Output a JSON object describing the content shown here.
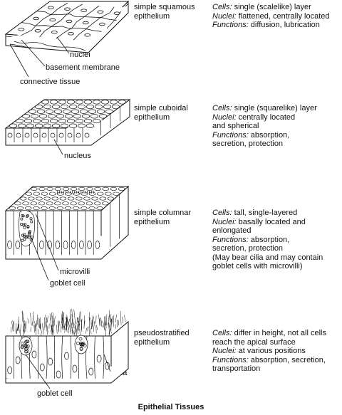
{
  "caption": "Epithelial Tissues",
  "tissues": [
    {
      "name": "simple squamous\nepithelium",
      "lines": [
        {
          "term": "Cells:",
          "text": " single (scalelike) layer"
        },
        {
          "term": "Nuclei:",
          "text": " flattened, centrally located"
        },
        {
          "term": "Functions:",
          "text": " diffusion, lubrication"
        }
      ],
      "labels": [
        "nuclei",
        "basement membrane",
        "connective tissue"
      ]
    },
    {
      "name": "simple cuboidal\nepithelium",
      "lines": [
        {
          "term": "Cells:",
          "text": " single (squarelike) layer"
        },
        {
          "term": "Nuclei:",
          "text": " centrally located"
        },
        {
          "term": "",
          "text": "  and spherical"
        },
        {
          "term": "Functions:",
          "text": " absorption,"
        },
        {
          "term": "",
          "text": "  secretion, protection"
        }
      ],
      "labels": [
        "nucleus"
      ]
    },
    {
      "name": "simple columnar\nepithelium",
      "lines": [
        {
          "term": "Cells:",
          "text": " tall, single-layered"
        },
        {
          "term": "Nuclei:",
          "text": " basally located and"
        },
        {
          "term": "",
          "text": "  enlongated"
        },
        {
          "term": "Functions:",
          "text": " absorption,"
        },
        {
          "term": "",
          "text": "  secretion, protection"
        },
        {
          "term": "",
          "text": "(May bear cilia and may contain"
        },
        {
          "term": "",
          "text": "  goblet cells with microvilli)"
        }
      ],
      "labels": [
        "microvilli",
        "goblet cell"
      ]
    },
    {
      "name": "pseudostratified\nepithelium",
      "lines": [
        {
          "term": "Cells:",
          "text": " differ in height, not all cells"
        },
        {
          "term": "",
          "text": "  reach the apical surface"
        },
        {
          "term": "Nuclei:",
          "text": " at various positions"
        },
        {
          "term": "Functions:",
          "text": " absorption, secretion,"
        },
        {
          "term": "",
          "text": "  transportation"
        }
      ],
      "labels": [
        "cillia",
        "goblet cell"
      ]
    }
  ]
}
